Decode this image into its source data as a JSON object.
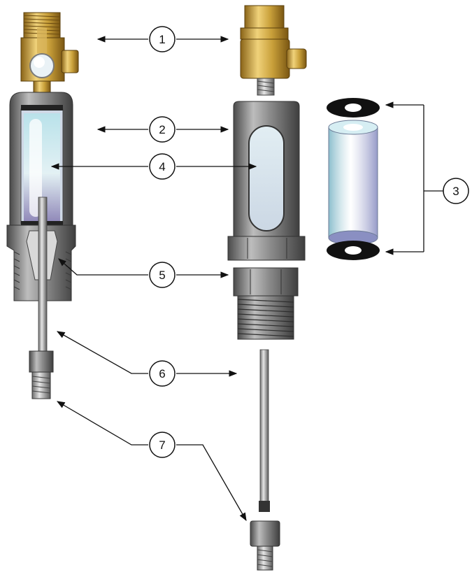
{
  "diagram": {
    "callouts": [
      {
        "id": "1",
        "label": "1"
      },
      {
        "id": "2",
        "label": "2"
      },
      {
        "id": "3",
        "label": "3"
      },
      {
        "id": "4",
        "label": "4"
      },
      {
        "id": "5",
        "label": "5"
      },
      {
        "id": "6",
        "label": "6"
      },
      {
        "id": "7",
        "label": "7"
      }
    ],
    "colors": {
      "brass": "#c9a03a",
      "brass_dark": "#8a6418",
      "steel": "#8c8c8c",
      "steel_dark": "#555555",
      "glass_top": "#b9e2ea",
      "glass_bottom": "#8f87b8",
      "gasket": "#111111"
    }
  }
}
